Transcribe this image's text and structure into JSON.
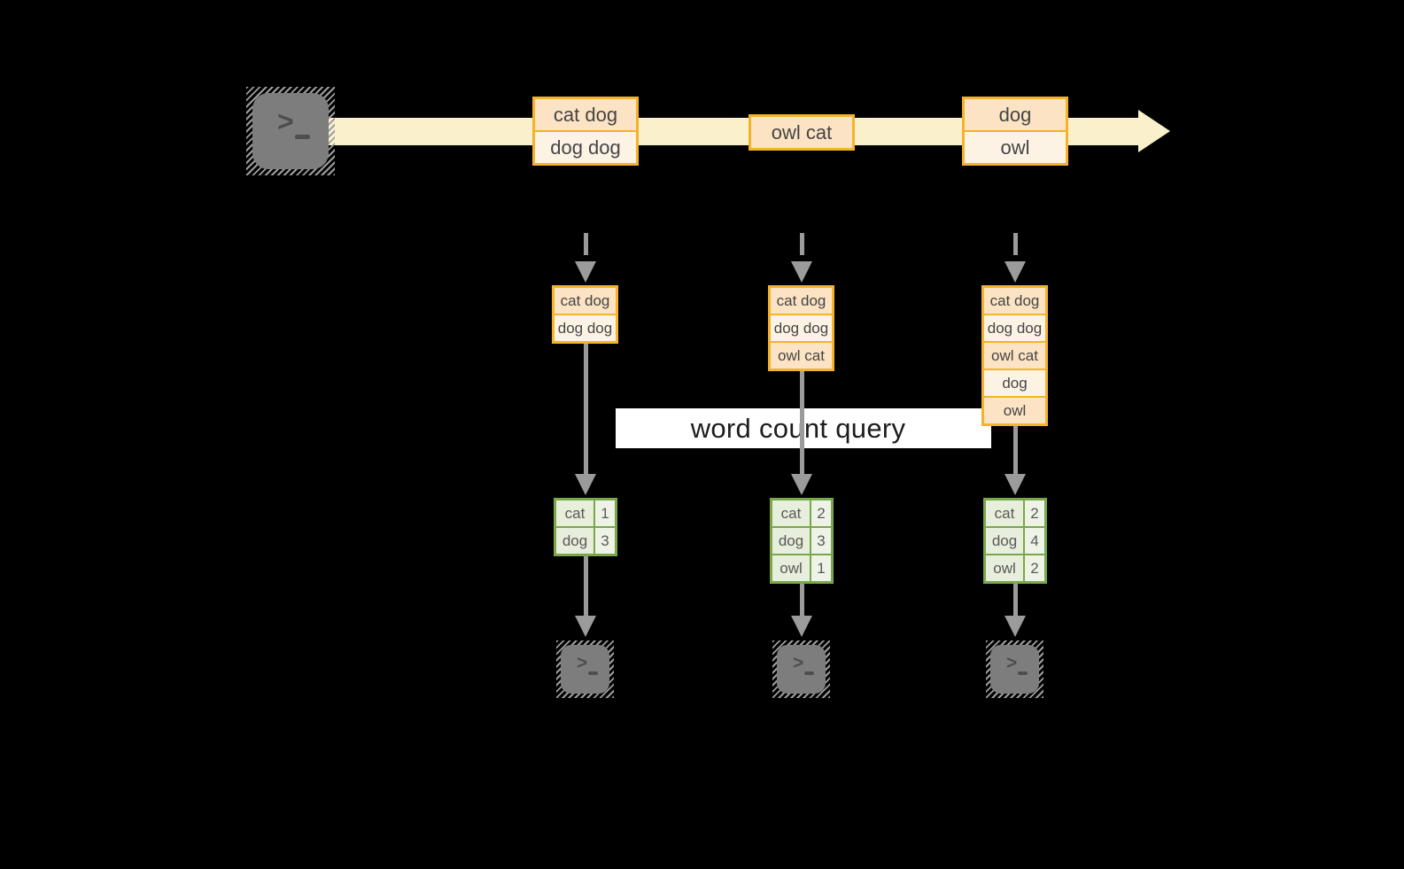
{
  "query_label": "word count query",
  "stream": {
    "events": [
      {
        "rows": [
          "cat dog",
          "dog dog"
        ]
      },
      {
        "rows": [
          "owl cat"
        ]
      },
      {
        "rows": [
          "dog",
          "owl"
        ]
      }
    ]
  },
  "buffers": [
    {
      "rows": [
        "cat dog",
        "dog dog"
      ]
    },
    {
      "rows": [
        "cat dog",
        "dog dog",
        "owl cat"
      ]
    },
    {
      "rows": [
        "cat dog",
        "dog dog",
        "owl cat",
        "dog",
        "owl"
      ]
    }
  ],
  "counts": [
    {
      "rows": [
        {
          "word": "cat",
          "count": "1"
        },
        {
          "word": "dog",
          "count": "3"
        }
      ]
    },
    {
      "rows": [
        {
          "word": "cat",
          "count": "2"
        },
        {
          "word": "dog",
          "count": "3"
        },
        {
          "word": "owl",
          "count": "1"
        }
      ]
    },
    {
      "rows": [
        {
          "word": "cat",
          "count": "2"
        },
        {
          "word": "dog",
          "count": "4"
        },
        {
          "word": "owl",
          "count": "2"
        }
      ]
    }
  ],
  "icons": {
    "source": "terminal-icon",
    "sink": "terminal-icon",
    "terminal_prompt_glyph": ">"
  },
  "colors": {
    "background": "#000000",
    "stream_band": "#fbf0cc",
    "box_border": "#f3b32a",
    "row_peach": "#fce3c4",
    "row_cream": "#fdf3e5",
    "table_border": "#79a84b",
    "cell_word_bg": "#e7eedb",
    "cell_count_bg": "#eff3e7",
    "arrow_gray": "#9b9b9b",
    "terminal_gray": "#7d7d7d",
    "query_band_bg": "#ffffff"
  }
}
